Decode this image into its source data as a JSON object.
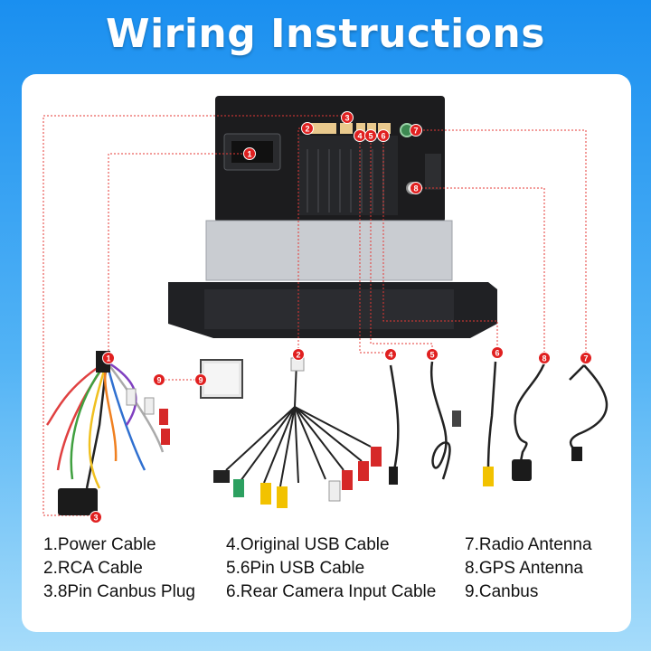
{
  "title": "Wiring Instructions",
  "colors": {
    "accent_red": "#e53935",
    "badge_red": "#e02020",
    "background_top": "#1a8ff0",
    "panel": "#ffffff",
    "unit_black": "#1c1c1e",
    "chassis_silver": "#c9ccd1"
  },
  "badges": [
    "1",
    "2",
    "3",
    "4",
    "5",
    "6",
    "7",
    "8",
    "9"
  ],
  "legend": {
    "col1": [
      "1.Power Cable",
      "2.RCA Cable",
      "3.8Pin Canbus Plug"
    ],
    "col2": [
      "4.Original USB Cable",
      "5.6Pin USB Cable",
      "6.Rear Camera Input Cable"
    ],
    "col3": [
      "7.Radio Antenna",
      "8.GPS Antenna",
      "9.Canbus"
    ]
  }
}
